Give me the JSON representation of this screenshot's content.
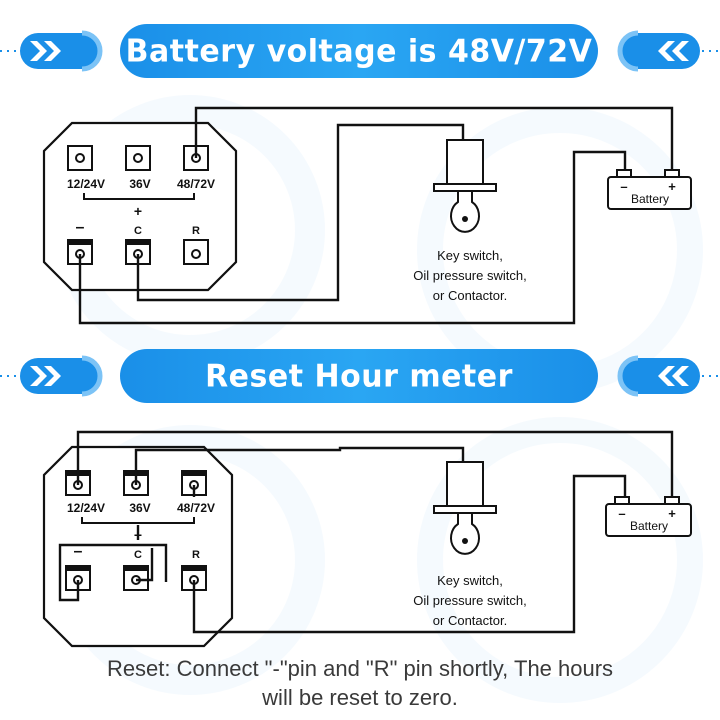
{
  "banners": {
    "top_title": "Battery voltage is 48V/72V",
    "bottom_title": "Reset Hour meter"
  },
  "meter": {
    "pin_labels": [
      "12/24V",
      "36V",
      "48/72V"
    ],
    "minus_symbol": "–",
    "plus_symbol": "+",
    "c_label": "C",
    "r_label": "R"
  },
  "battery": {
    "label": "Battery",
    "minus_symbol": "–",
    "plus_symbol": "+"
  },
  "switch_caption": {
    "line1": "Key switch,",
    "line2": "Oil pressure switch,",
    "line3": "or Contactor."
  },
  "footer": {
    "line1": "Reset: Connect \"-\"pin and \"R\" pin shortly, The hours",
    "line2": "will be reset to zero."
  },
  "colors": {
    "accent": "#1a8fe8",
    "wire": "#111111",
    "text": "#3a3a3a"
  },
  "icons": [
    "double-chevron-right-icon",
    "double-chevron-left-icon",
    "key-icon",
    "battery-icon"
  ]
}
